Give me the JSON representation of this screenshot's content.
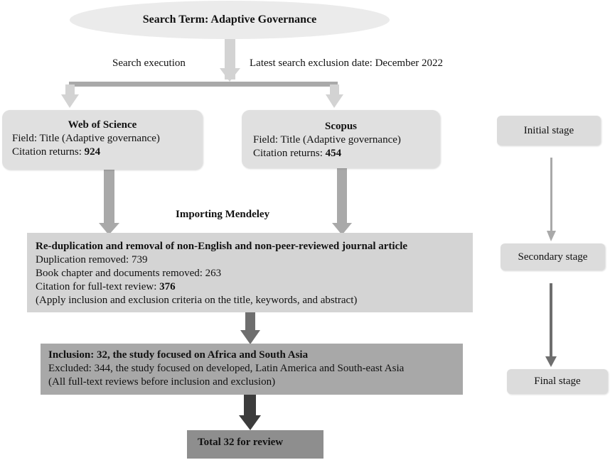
{
  "search_term": "Search Term: Adaptive Governance",
  "search_execution": "Search execution",
  "latest_search": "Latest search exclusion date: December 2022",
  "wos": {
    "title": "Web of Science",
    "field": "Field: Title (Adaptive governance)",
    "citation_label": "Citation returns: ",
    "citation_count": "924"
  },
  "scopus": {
    "title": "Scopus",
    "field": "Field: Title (Adaptive governance)",
    "citation_label": "Citation returns: ",
    "citation_count": "454"
  },
  "importing": "Importing Mendeley",
  "dedup": {
    "title": "Re-duplication and removal of non-English and non-peer-reviewed journal article",
    "dup_removed": "Duplication removed: 739",
    "book_removed": "Book chapter and documents removed: 263",
    "fulltext_label": "Citation for full-text review: ",
    "fulltext_count": "376",
    "criteria": "(Apply inclusion and exclusion criteria on the title, keywords, and abstract)"
  },
  "inclusion": {
    "title": "Inclusion: 32, the study focused on Africa and South Asia",
    "excluded": "Excluded: 344, the study focused on developed, Latin America and South-east Asia",
    "note": "(All full-text reviews before inclusion and exclusion)"
  },
  "total": "Total 32 for review",
  "stages": {
    "initial": "Initial stage",
    "secondary": "Secondary stage",
    "final": "Final stage"
  },
  "colors": {
    "ellipse": "#ebebeb",
    "source_box": "#e0e0e0",
    "dedup_box": "#d4d4d4",
    "inclusion_box": "#a8a8a8",
    "total_box": "#8e8e8e",
    "light_arrow": "#d3d3d3",
    "mid_arrow": "#a9a9a9",
    "dark_arrow": "#6e6e6e",
    "darkest_arrow": "#3c3c3c"
  }
}
